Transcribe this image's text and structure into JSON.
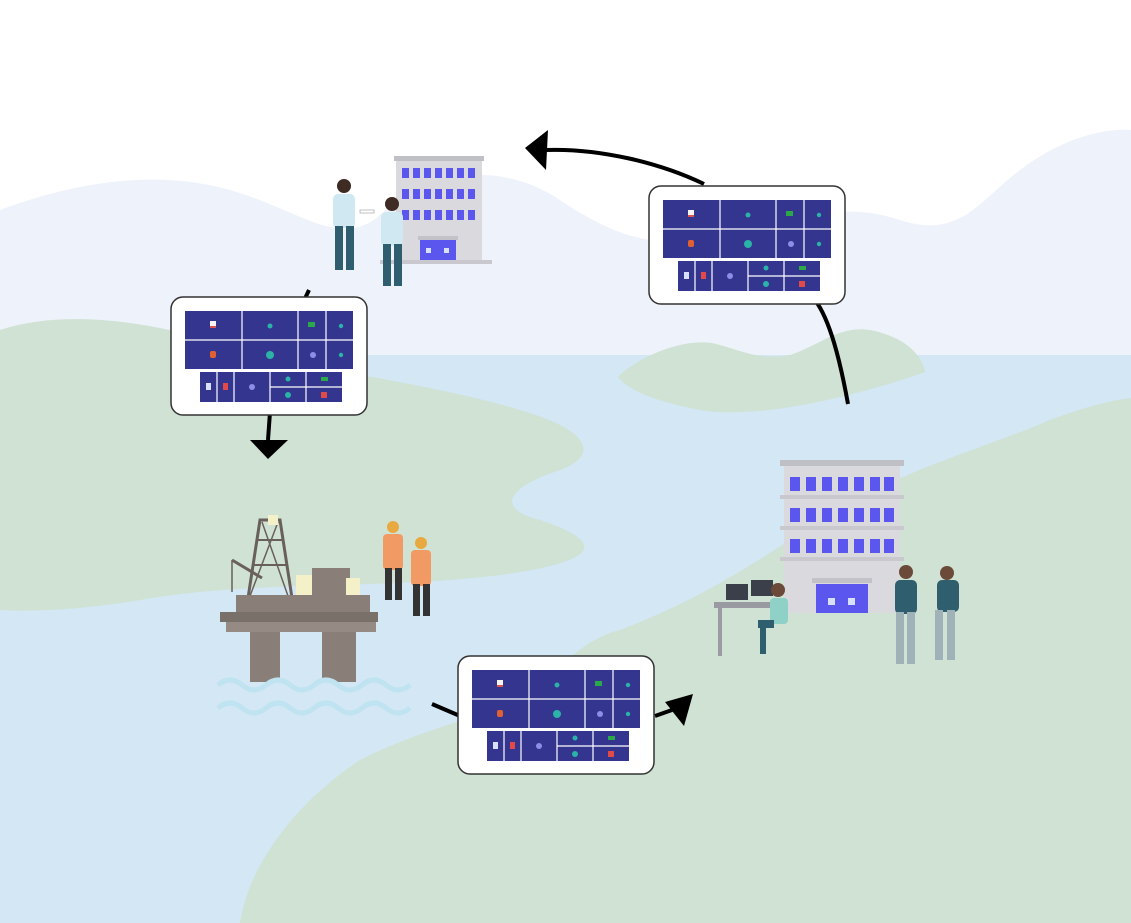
{
  "colors": {
    "sky": "#ffffff",
    "mountain": "#eef2fa",
    "water": "#d3e7f4",
    "land": "#cfe2d3",
    "arrow": "#000000",
    "card_fill": "#ffffff",
    "card_stroke": "#333333",
    "dashboard_tile": "#33358f",
    "dashboard_line": "#ffffff",
    "building_wall": "#d9d9de",
    "building_window": "#5b57ee",
    "rig_body": "#8a7f78",
    "rig_dark": "#6a605b",
    "worker_vest": "#f29a63",
    "wave": "#bfe3f0"
  },
  "icons": [
    "document-icon",
    "pie-chart-icon",
    "sheet-icon",
    "chart-icon",
    "app-icon"
  ],
  "nodes": [
    {
      "id": "small-office",
      "type": "building"
    },
    {
      "id": "offshore-platform",
      "type": "oil-rig"
    },
    {
      "id": "control-center",
      "type": "building"
    }
  ],
  "flow": [
    {
      "from": "small-office",
      "to": "offshore-platform"
    },
    {
      "from": "offshore-platform",
      "to": "control-center"
    },
    {
      "from": "control-center",
      "to": "small-office"
    }
  ]
}
